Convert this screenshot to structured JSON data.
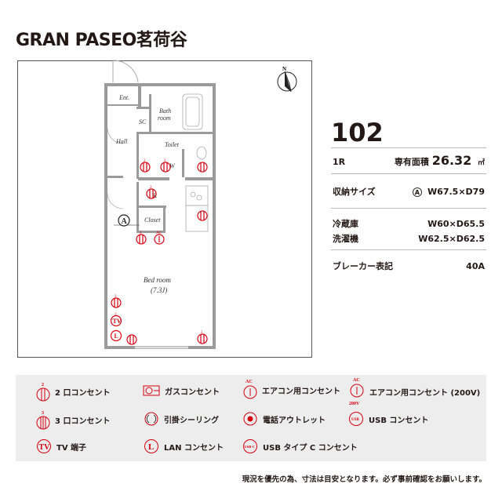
{
  "title": "GRAN PASEO茗荷谷",
  "plan": {
    "rooms": {
      "ent": "Ent.",
      "sc": "SC",
      "bath": "Bath",
      "bath2": "room",
      "hall": "Hall",
      "toilet": "Toilet",
      "w": "W",
      "r": "R",
      "closet": "Closet",
      "bed": "Bed room",
      "bed_size": "(7.3J)",
      "storage_marker": "A",
      "compass": "N"
    },
    "outlet_labels": {
      "two": "2",
      "three": "3",
      "ac": "AC",
      "tv": "TV",
      "lan": "L"
    }
  },
  "info": {
    "room_number": "102",
    "layout": "1R",
    "area_label": "専有面積",
    "area_value": "26.32",
    "area_unit": "㎡",
    "storage_label": "収納サイズ",
    "storage_marker": "A",
    "storage_value": "W67.5×D79",
    "fridge_label": "冷蔵庫",
    "fridge_value": "W60×D65.5",
    "washer_label": "洗濯機",
    "washer_value": "W62.5×D62.5",
    "breaker_label": "ブレーカー表記",
    "breaker_value": "40A"
  },
  "legend": [
    {
      "icon": "outlet-2-icon",
      "label": "2 口コンセント",
      "mark": "2"
    },
    {
      "icon": "gas-outlet-icon",
      "label": "ガスコンセント"
    },
    {
      "icon": "ac-outlet-icon",
      "label": "エアコン用コンセント",
      "mark": "AC"
    },
    {
      "icon": "ac-200v-outlet-icon",
      "label": "エアコン用コンセント (200V)",
      "mark": "AC",
      "mark2": "200V"
    },
    {
      "icon": "outlet-3-icon",
      "label": "3 口コンセント",
      "mark": "3"
    },
    {
      "icon": "ceiling-hook-icon",
      "label": "引掛シーリング"
    },
    {
      "icon": "phone-outlet-icon",
      "label": "電話アウトレット"
    },
    {
      "icon": "usb-outlet-icon",
      "label": "USB コンセント",
      "mark": "USB"
    },
    {
      "icon": "tv-terminal-icon",
      "label": "TV 端子",
      "mark": "TV"
    },
    {
      "icon": "lan-outlet-icon",
      "label": "LAN コンセント",
      "mark": "L"
    },
    {
      "icon": "usb-c-outlet-icon",
      "label": "USB タイプ C コンセント",
      "mark": "USB-C"
    }
  ],
  "note": "現況を優先の為、寸法は目安となります。必ず事前確認をお願いします。",
  "colors": {
    "accent": "#d7000f",
    "wall": "#9b9b9b",
    "legend_bg": "#ededed"
  }
}
